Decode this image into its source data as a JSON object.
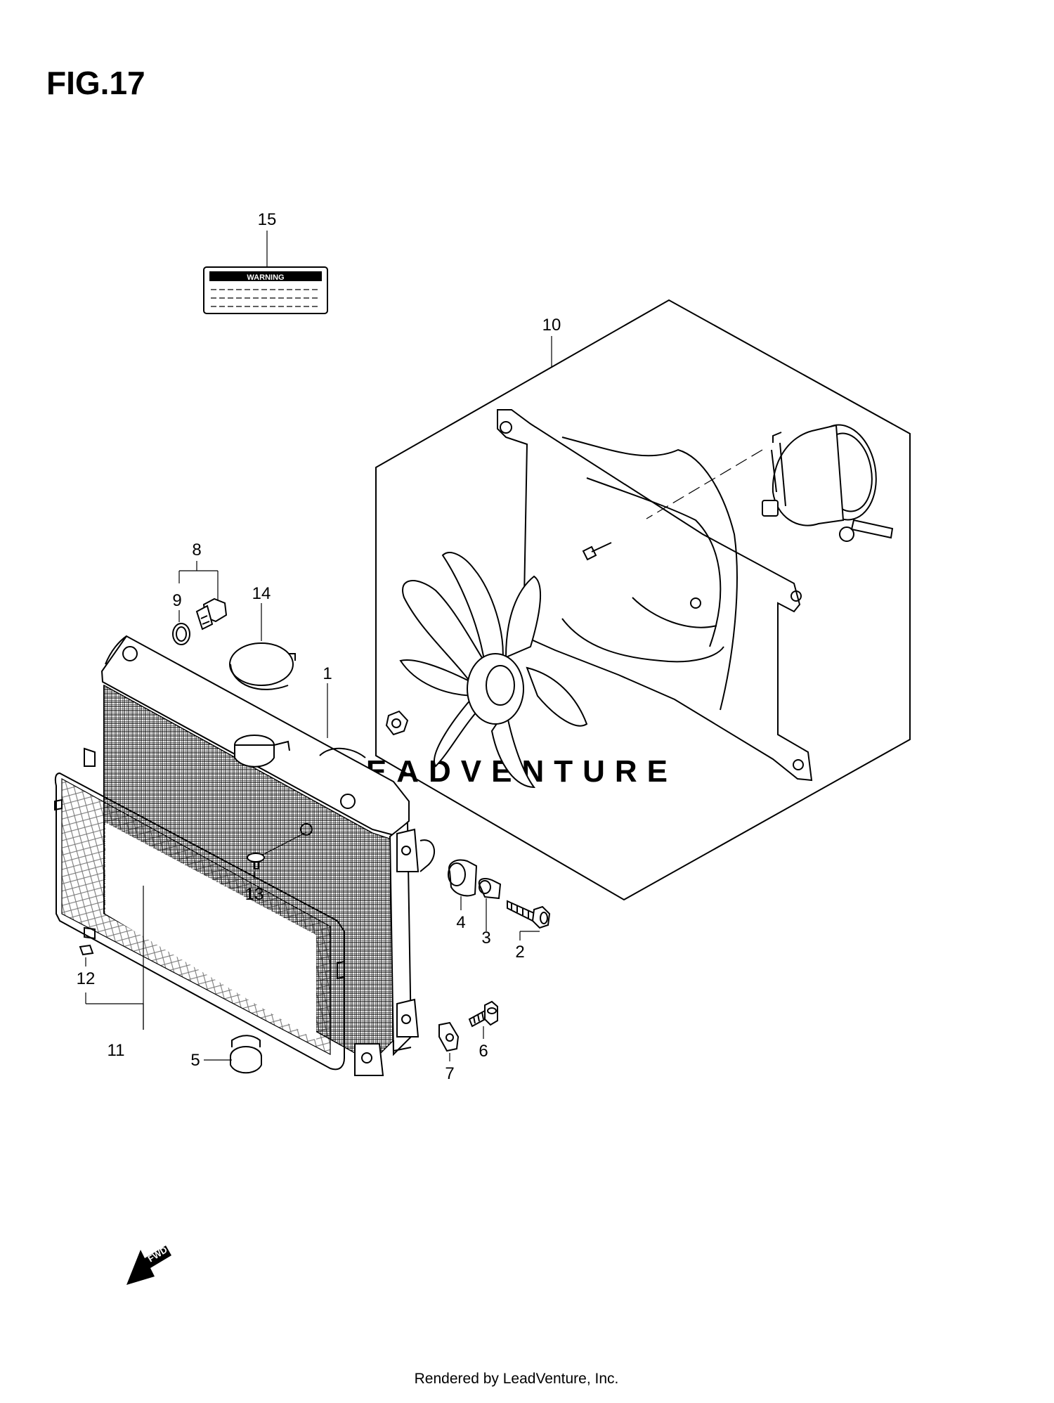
{
  "figure": {
    "title": "FIG.17",
    "footer": "Rendered by LeadVenture, Inc.",
    "watermark": "LEADVENTURE"
  },
  "warning_label": {
    "text": "WARNING"
  },
  "fwd_marker": {
    "text": "FWD"
  },
  "callouts": [
    {
      "id": "1",
      "label": "1"
    },
    {
      "id": "2",
      "label": "2"
    },
    {
      "id": "3",
      "label": "3"
    },
    {
      "id": "4",
      "label": "4"
    },
    {
      "id": "5",
      "label": "5"
    },
    {
      "id": "6",
      "label": "6"
    },
    {
      "id": "7",
      "label": "7"
    },
    {
      "id": "8",
      "label": "8"
    },
    {
      "id": "9",
      "label": "9"
    },
    {
      "id": "10",
      "label": "10"
    },
    {
      "id": "11",
      "label": "11"
    },
    {
      "id": "12",
      "label": "12"
    },
    {
      "id": "13",
      "label": "13"
    },
    {
      "id": "14",
      "label": "14"
    },
    {
      "id": "15",
      "label": "15"
    }
  ]
}
